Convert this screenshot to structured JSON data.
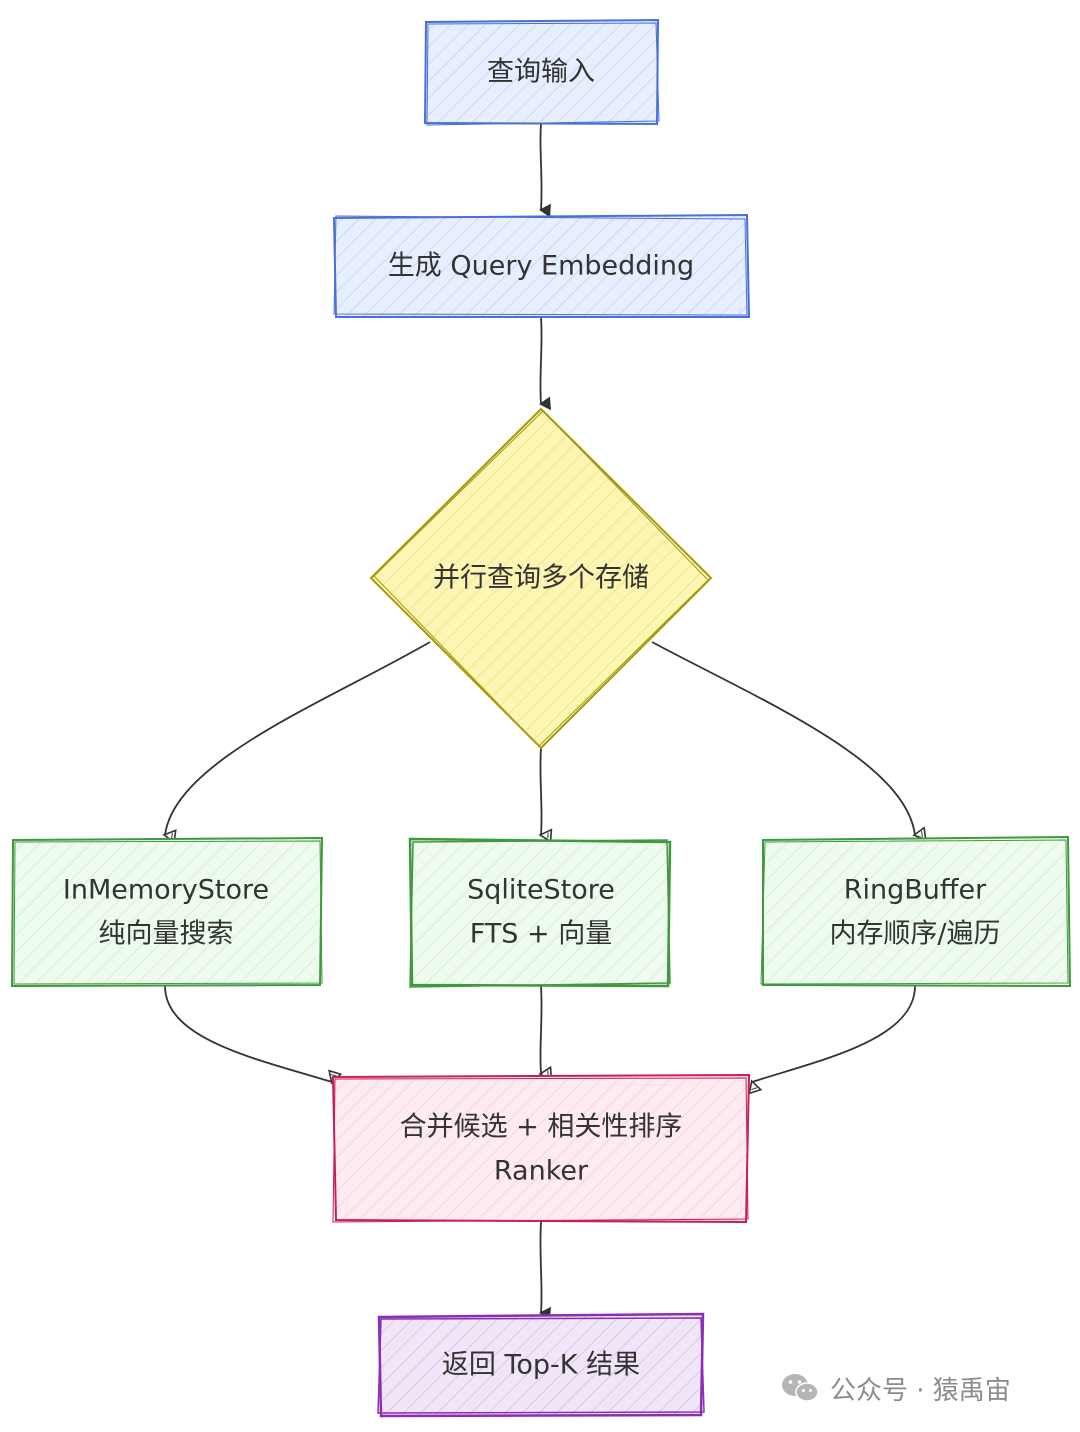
{
  "nodes": {
    "query_input": {
      "label": "查询输入"
    },
    "gen_embedding": {
      "label": "生成 Query Embedding"
    },
    "parallel_query": {
      "label": "并行查询多个存储"
    },
    "inmemory_store": {
      "line1": "InMemoryStore",
      "line2": "纯向量搜索"
    },
    "sqlite_store": {
      "line1": "SqliteStore",
      "line2": "FTS + 向量"
    },
    "ring_buffer": {
      "line1": "RingBuffer",
      "line2": "内存顺序/遍历"
    },
    "ranker": {
      "line1": "合并候选 + 相关性排序",
      "line2": "Ranker"
    },
    "result": {
      "label": "返回 Top-K 结果"
    }
  },
  "colors": {
    "blue_stroke": "#4a6fd8",
    "blue_fill": "#e7efff",
    "yellow_stroke": "#a59a0c",
    "yellow_fill": "#fdf5b3",
    "green_stroke": "#3f9a3f",
    "green_fill": "#eafbea",
    "pink_stroke": "#c81e5a",
    "pink_fill": "#fde9ef",
    "purple_stroke": "#8a2fb5",
    "purple_fill": "#f0e4f7",
    "edge": "#333333"
  },
  "watermark": {
    "icon": "wechat-icon",
    "text": "公众号 · 猿禹宙"
  }
}
